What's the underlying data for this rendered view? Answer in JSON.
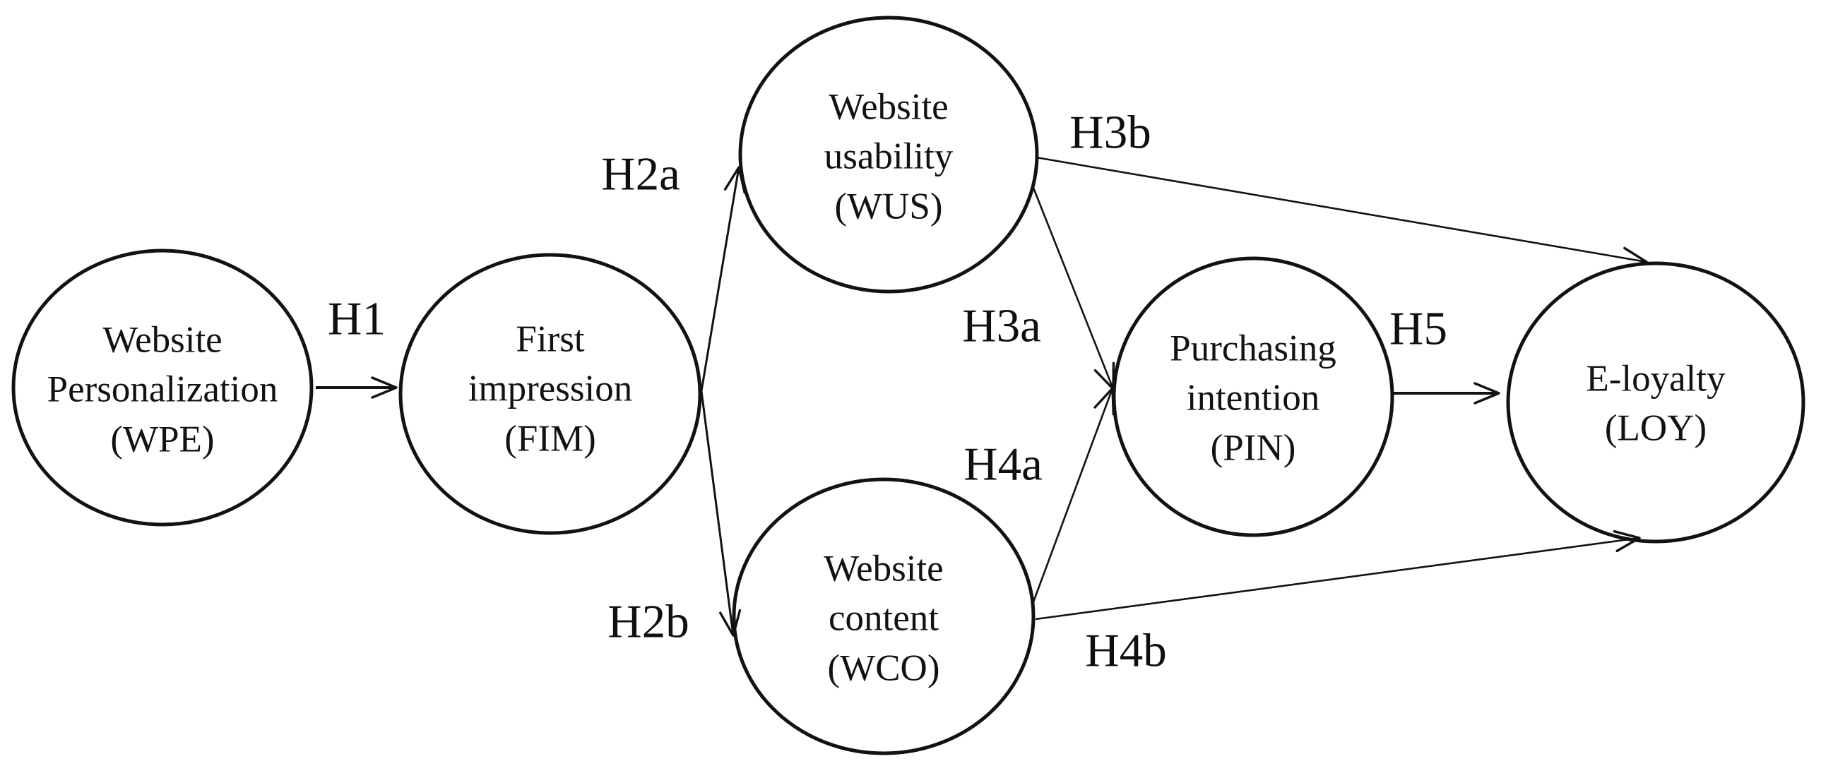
{
  "figure": {
    "type": "structural-model-diagram",
    "background_color": "#ffffff",
    "ink_color": "#121212",
    "nodes": [
      {
        "id": "WPE",
        "label": "Website\nPersonalization\n(WPE)"
      },
      {
        "id": "FIM",
        "label": "First\nimpression\n(FIM)"
      },
      {
        "id": "WUS",
        "label": "Website\nusability\n(WUS)"
      },
      {
        "id": "WCO",
        "label": "Website\ncontent\n(WCO)"
      },
      {
        "id": "PIN",
        "label": "Purchasing\nintention\n(PIN)"
      },
      {
        "id": "LOY",
        "label": "E-loyalty\n(LOY)"
      }
    ],
    "hypotheses": [
      {
        "id": "H1",
        "label": "H1",
        "from": "WPE",
        "to": "FIM"
      },
      {
        "id": "H2a",
        "label": "H2a",
        "from": "FIM",
        "to": "WUS"
      },
      {
        "id": "H2b",
        "label": "H2b",
        "from": "FIM",
        "to": "WCO"
      },
      {
        "id": "H3a",
        "label": "H3a",
        "from": "WUS",
        "to": "PIN"
      },
      {
        "id": "H3b",
        "label": "H3b",
        "from": "WUS",
        "to": "LOY"
      },
      {
        "id": "H4a",
        "label": "H4a",
        "from": "WCO",
        "to": "PIN"
      },
      {
        "id": "H4b",
        "label": "H4b",
        "from": "WCO",
        "to": "LOY"
      },
      {
        "id": "H5",
        "label": "H5",
        "from": "PIN",
        "to": "LOY"
      }
    ]
  }
}
